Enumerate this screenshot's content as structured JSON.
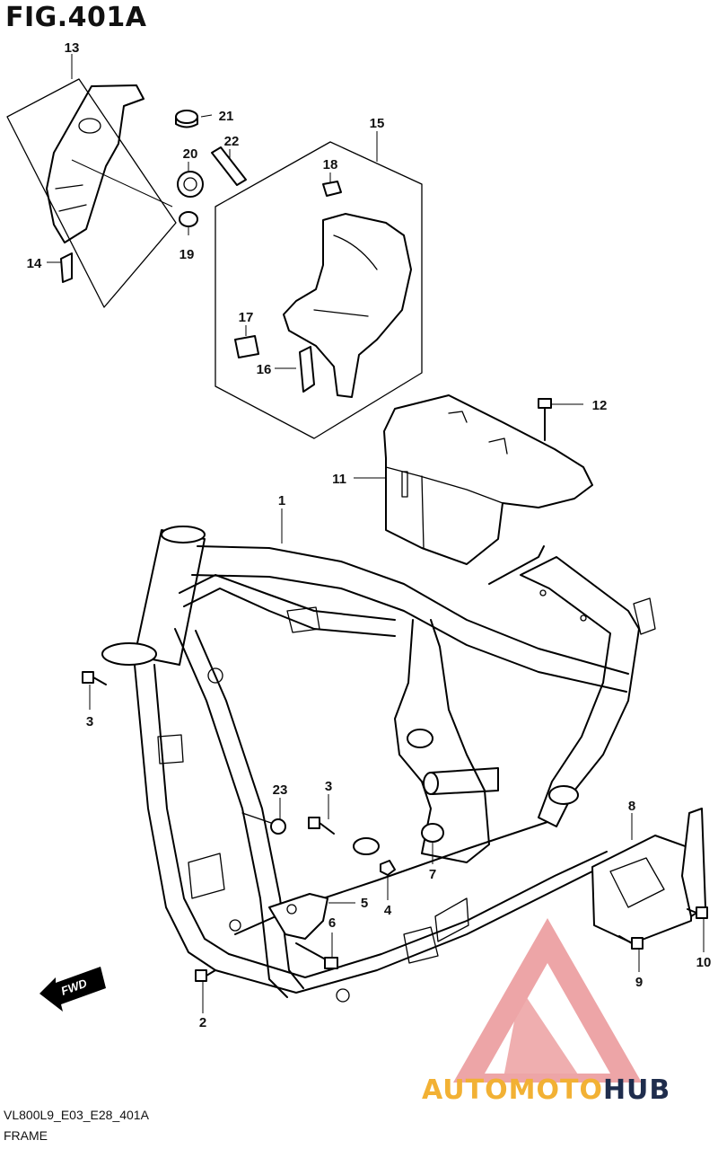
{
  "figure": {
    "title": "FIG.401A",
    "code": "VL800L9_E03_E28_401A",
    "name": "FRAME"
  },
  "direction_label": "FWD",
  "watermark": {
    "part1": "AUTOMOTO",
    "part2": "HUB",
    "color1": "#f2b134",
    "color2": "#1f2d4d",
    "logo_color": "#e8888a"
  },
  "callouts": [
    "1",
    "2",
    "3",
    "3",
    "4",
    "5",
    "6",
    "7",
    "8",
    "9",
    "10",
    "11",
    "12",
    "13",
    "14",
    "15",
    "16",
    "17",
    "18",
    "19",
    "20",
    "21",
    "22",
    "23"
  ]
}
